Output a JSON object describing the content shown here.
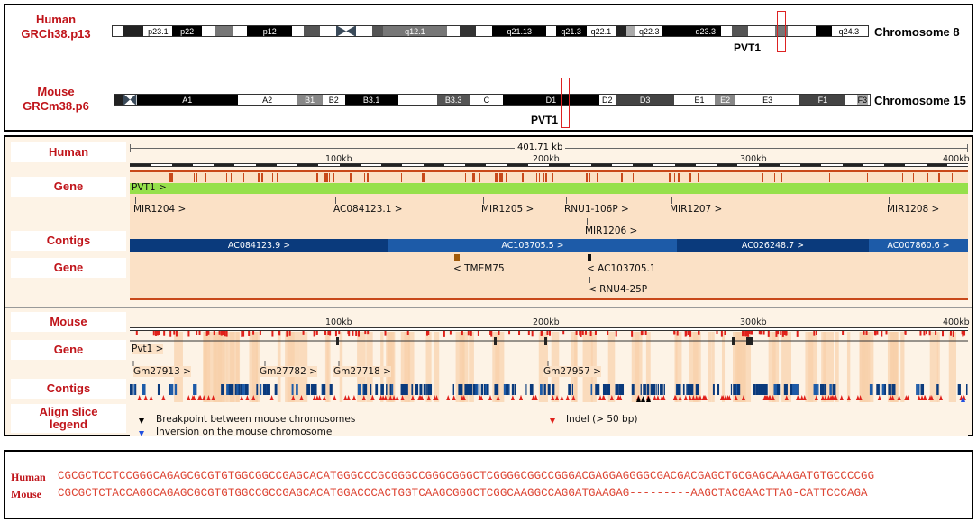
{
  "top_panel": {
    "human": {
      "species": "Human",
      "assembly": "GRCh38.p13",
      "chromosome": "Chromosome 8",
      "gene": "PVT1",
      "bands": [
        {
          "label": "",
          "w": 12,
          "c": "#fff"
        },
        {
          "label": "",
          "w": 22,
          "c": "#222"
        },
        {
          "label": "p23.1",
          "w": 32,
          "c": "#fff"
        },
        {
          "label": "p22",
          "w": 32,
          "c": "#000",
          "t": "#fff"
        },
        {
          "label": "",
          "w": 14,
          "c": "#fff"
        },
        {
          "label": "",
          "w": 20,
          "c": "#777"
        },
        {
          "label": "",
          "w": 16,
          "c": "#fff"
        },
        {
          "label": "p12",
          "w": 50,
          "c": "#000",
          "t": "#fff"
        },
        {
          "label": "",
          "w": 12,
          "c": "#fff"
        },
        {
          "label": "",
          "w": 18,
          "c": "#555"
        },
        {
          "label": "",
          "w": 18,
          "c": "#fff"
        },
        {
          "label": "CEN",
          "w": 22,
          "c": "cen"
        },
        {
          "label": "",
          "w": 18,
          "c": "#fff"
        },
        {
          "label": "",
          "w": 12,
          "c": "#555"
        },
        {
          "label": "q12.1",
          "w": 70,
          "c": "#777",
          "t": "#fff"
        },
        {
          "label": "",
          "w": 14,
          "c": "#fff"
        },
        {
          "label": "",
          "w": 18,
          "c": "#333"
        },
        {
          "label": "",
          "w": 18,
          "c": "#fff"
        },
        {
          "label": "q21.13",
          "w": 60,
          "c": "#000",
          "t": "#fff"
        },
        {
          "label": "",
          "w": 10,
          "c": "#fff"
        },
        {
          "label": "q21.3",
          "w": 34,
          "c": "#000",
          "t": "#fff"
        },
        {
          "label": "q22.1",
          "w": 32,
          "c": "#fff"
        },
        {
          "label": "",
          "w": 12,
          "c": "#222"
        },
        {
          "label": "",
          "w": 10,
          "c": "#aaa"
        },
        {
          "label": "q22.3",
          "w": 30,
          "c": "#fff"
        },
        {
          "label": "",
          "w": 30,
          "c": "#000"
        },
        {
          "label": "q23.3",
          "w": 34,
          "c": "#000",
          "t": "#fff"
        },
        {
          "label": "",
          "w": 12,
          "c": "#fff"
        },
        {
          "label": "",
          "w": 18,
          "c": "#555"
        },
        {
          "label": "",
          "w": 30,
          "c": "#fff"
        },
        {
          "label": "",
          "w": 14,
          "c": "#777"
        },
        {
          "label": "",
          "w": 30,
          "c": "#fff"
        },
        {
          "label": "",
          "w": 18,
          "c": "#000"
        },
        {
          "label": "q24.3",
          "w": 38,
          "c": "#fff"
        }
      ]
    },
    "mouse": {
      "species": "Mouse",
      "assembly": "GRCm38.p6",
      "chromosome": "Chromosome 15",
      "gene": "PVT1",
      "bands": [
        {
          "label": "",
          "w": 10,
          "c": "#222"
        },
        {
          "label": "CEN",
          "w": 14,
          "c": "cen"
        },
        {
          "label": "A1",
          "w": 110,
          "c": "#000",
          "t": "#fff"
        },
        {
          "label": "A2",
          "w": 64,
          "c": "#fff"
        },
        {
          "label": "B1",
          "w": 28,
          "c": "#888",
          "t": "#fff"
        },
        {
          "label": "B2",
          "w": 24,
          "c": "#fff"
        },
        {
          "label": "B3.1",
          "w": 58,
          "c": "#000",
          "t": "#fff"
        },
        {
          "label": "",
          "w": 42,
          "c": "#fff"
        },
        {
          "label": "B3.3",
          "w": 36,
          "c": "#555",
          "t": "#fff"
        },
        {
          "label": "C",
          "w": 36,
          "c": "#fff"
        },
        {
          "label": "D1",
          "w": 104,
          "c": "#000",
          "t": "#fff"
        },
        {
          "label": "D2",
          "w": 18,
          "c": "#fff"
        },
        {
          "label": "D3",
          "w": 64,
          "c": "#444",
          "t": "#fff"
        },
        {
          "label": "",
          "w": 10,
          "c": "#fff"
        },
        {
          "label": "E1",
          "w": 34,
          "c": "#fff"
        },
        {
          "label": "E2",
          "w": 22,
          "c": "#888",
          "t": "#fff"
        },
        {
          "label": "E3",
          "w": 70,
          "c": "#fff"
        },
        {
          "label": "F1",
          "w": 50,
          "c": "#444",
          "t": "#fff"
        },
        {
          "label": "",
          "w": 12,
          "c": "#fff"
        },
        {
          "label": "F3",
          "w": 12,
          "c": "#aaa"
        }
      ]
    }
  },
  "browser": {
    "human_label": "Human",
    "mouse_label": "Mouse",
    "length_label": "401.71 kb",
    "ticks": [
      "100kb",
      "200kb",
      "300kb",
      "400kb"
    ],
    "gene_label": "Gene",
    "contigs_label": "Contigs",
    "human_genes_row1": [
      "MIR1204 >",
      "AC084123.1 >",
      "MIR1205 >",
      "RNU1-106P >",
      "MIR1207 >",
      "MIR1208 >"
    ],
    "human_genes_row2": [
      "MIR1206 >"
    ],
    "pvt1_human": "PVT1 >",
    "human_contigs": [
      "AC084123.9 >",
      "AC103705.5 >",
      "AC026248.7 >",
      "AC007860.6 >"
    ],
    "human_genes_lower": [
      "< TMEM75",
      "< AC103705.1",
      "< RNU4-25P"
    ],
    "pvt1_mouse": "Pvt1 >",
    "mouse_genes": [
      "Gm27913 >",
      "Gm27782 >",
      "Gm27718 >",
      "Gm27957 >"
    ],
    "align_label": "Align slice legend",
    "legend": {
      "breakpoint": "Breakpoint between mouse chromosomes",
      "inversion": "Inversion on the mouse chromosome",
      "indel": "Indel (> 50 bp)"
    }
  },
  "sequence": {
    "human_label": "Human",
    "mouse_label": "Mouse",
    "human_seq": "CGCGCTCCTCCGGGCAGAGCGCGTGTGGCGGCCGAGCACATGGGCCCGCGGGCCGGGCGGGCTCGGGGCGGCCGGGACGAGGAGGGGCGACGACGAGCTGCGAGCAAAGATGTGCCCCGG",
    "mouse_seq": "CGCGCTCTACCAGGCAGAGCGCGTGTGGCCGCCGAGCACATGGACCCACTGGTCAAGCGGGCTCGGCAAGGCCAGGATGAAGAG---------AAGCTACGAACTTAG-CATTCCCAGA"
  },
  "colors": {
    "label_red": "#c0141a",
    "gene_green": "#96e04b",
    "contig_dark": "#0a3a7c",
    "contig_mid": "#1d5ba8",
    "peach": "#fbe1c6",
    "indel_red": "#e0201a"
  }
}
